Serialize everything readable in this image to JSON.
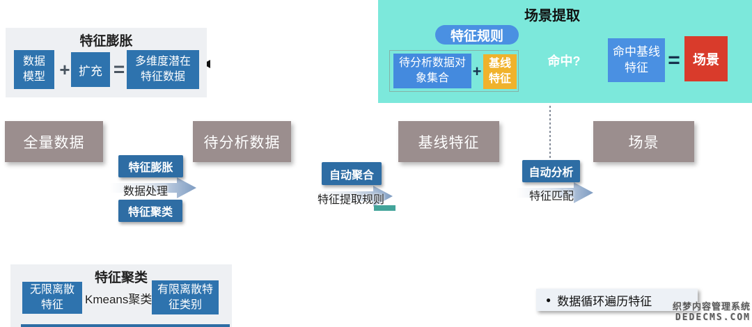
{
  "expansion_panel": {
    "title": "特征膨胀",
    "model_box": [
      "数据",
      "模型"
    ],
    "plus": "+",
    "expand_box": "扩充",
    "equals": "=",
    "result_box": [
      "多维度潜在",
      "特征数据"
    ]
  },
  "scene_panel": {
    "title": "场景提取",
    "rule_pill": "特征规则",
    "dataset_box": [
      "待分析数据对",
      "象集合"
    ],
    "plus": "+",
    "baseline_box": [
      "基线",
      "特征"
    ],
    "diamond_label": "命中?",
    "hit_box": [
      "命中基线",
      "特征"
    ],
    "equals": "=",
    "scene_box": "场景"
  },
  "pipeline": {
    "stages": [
      "全量数据",
      "待分析数据",
      "基线特征",
      "场景"
    ],
    "step1_top_button": "特征膨胀",
    "step1_arrow_label": "数据处理",
    "step1_bottom_button": "特征聚类",
    "step2_button": "自动聚合",
    "step2_arrow_label": "特征提取规则",
    "step3_button": "自动分析",
    "step3_arrow_label": "特征匹配"
  },
  "clustering_panel": {
    "title": "特征聚类",
    "left_box": [
      "无限离散",
      "特征"
    ],
    "arrow_label": "Kmeans聚类",
    "right_box": [
      "有限离散特",
      "征类别"
    ]
  },
  "note": {
    "bullet": "●",
    "text": "数据循环遍历特征"
  },
  "watermark": {
    "line1": "织梦内容管理系统",
    "line2": "DEDECMS.COM"
  },
  "colors": {
    "steel_blue": "#2e73ae",
    "button_blue": "#2e6da4",
    "bright_blue": "#4a90e2",
    "cyan_background": "#7ce8db",
    "orange": "#f0b22c",
    "red": "#d93b2b",
    "stage_gray": "#9b8e8e",
    "panel_gray": "#eef0f3",
    "teal_accent": "#43a49a"
  }
}
